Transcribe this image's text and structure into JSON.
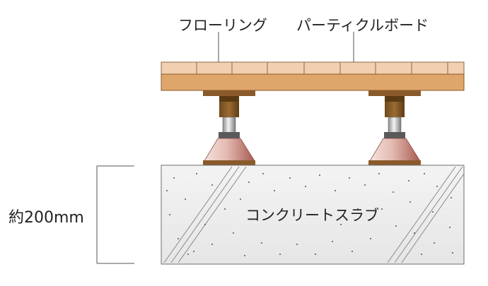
{
  "labels": {
    "flooring": "フローリング",
    "particle_board": "パーティクルボード",
    "thickness": "約200mm",
    "slab": "コンクリートスラブ"
  },
  "colors": {
    "flooring_top": "#f1cfb0",
    "board": "#dfa66c",
    "wood_dark": "#8a5a2a",
    "support_grey": "#c8c8c8",
    "rubber_base": "#c48277",
    "concrete": "#eeeeee",
    "outline": "#6e6e6e"
  }
}
